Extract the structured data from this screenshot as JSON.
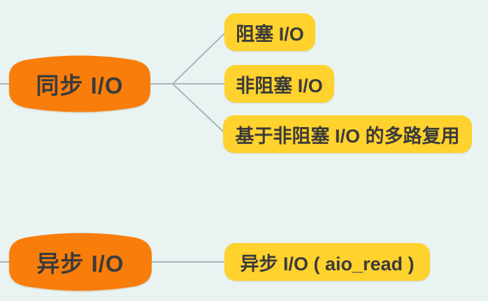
{
  "diagram": {
    "type": "mindmap",
    "background_color": "#e9f4f2",
    "connector_color": "#a9b5c0",
    "branch_node_color": "#f97d0a",
    "subtopic_node_color": "#ffd22e",
    "text_color": "#3b3b3b",
    "branches": [
      {
        "label": "同步 I/O",
        "children": [
          {
            "label": "阻塞 I/O"
          },
          {
            "label": "非阻塞 I/O"
          },
          {
            "label": "基于非阻塞 I/O 的多路复用"
          }
        ]
      },
      {
        "label": "异步 I/O",
        "children": [
          {
            "label": "异步 I/O ( aio_read )"
          }
        ]
      }
    ]
  }
}
